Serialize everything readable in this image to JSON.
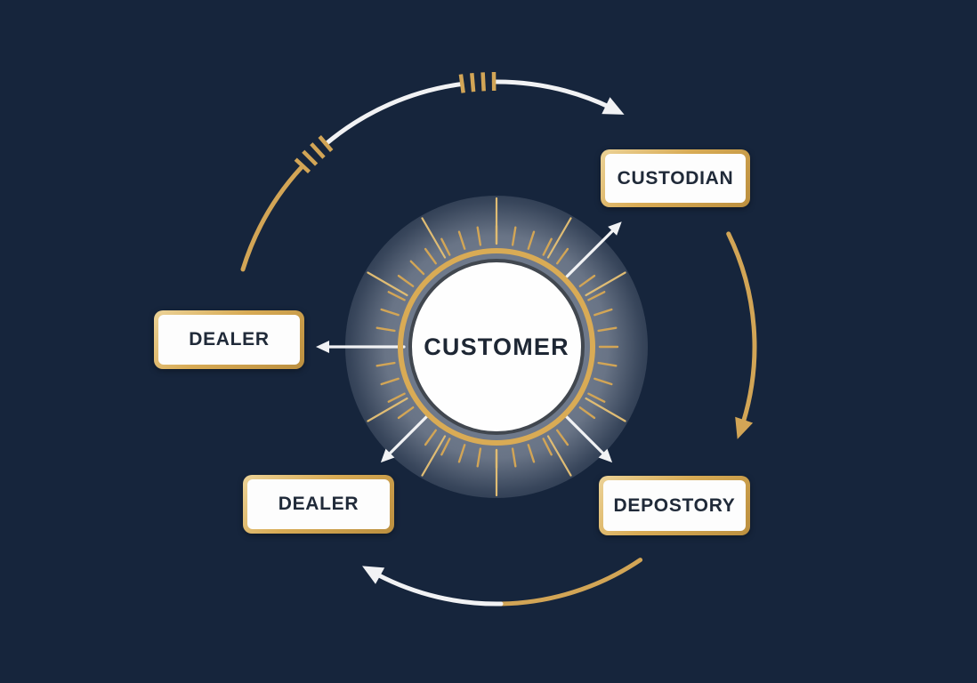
{
  "diagram": {
    "center_label": "CUSTOMER",
    "nodes": [
      {
        "id": "custodian",
        "label": "CUSTODIAN"
      },
      {
        "id": "dealer-left",
        "label": "DEALER"
      },
      {
        "id": "dealer-bottom",
        "label": "DEALER"
      },
      {
        "id": "depostory",
        "label": "DEPOSTORY"
      }
    ],
    "colors": {
      "background": "#16253c",
      "gold": "#d2a556",
      "gold_light": "#dfbc74",
      "gold_dark": "#bb8f3f",
      "white_arrow": "#f1f2f4",
      "box_fill": "#fdfdfd",
      "text_dark": "#202a39",
      "ring_dark": "#41474f"
    }
  }
}
